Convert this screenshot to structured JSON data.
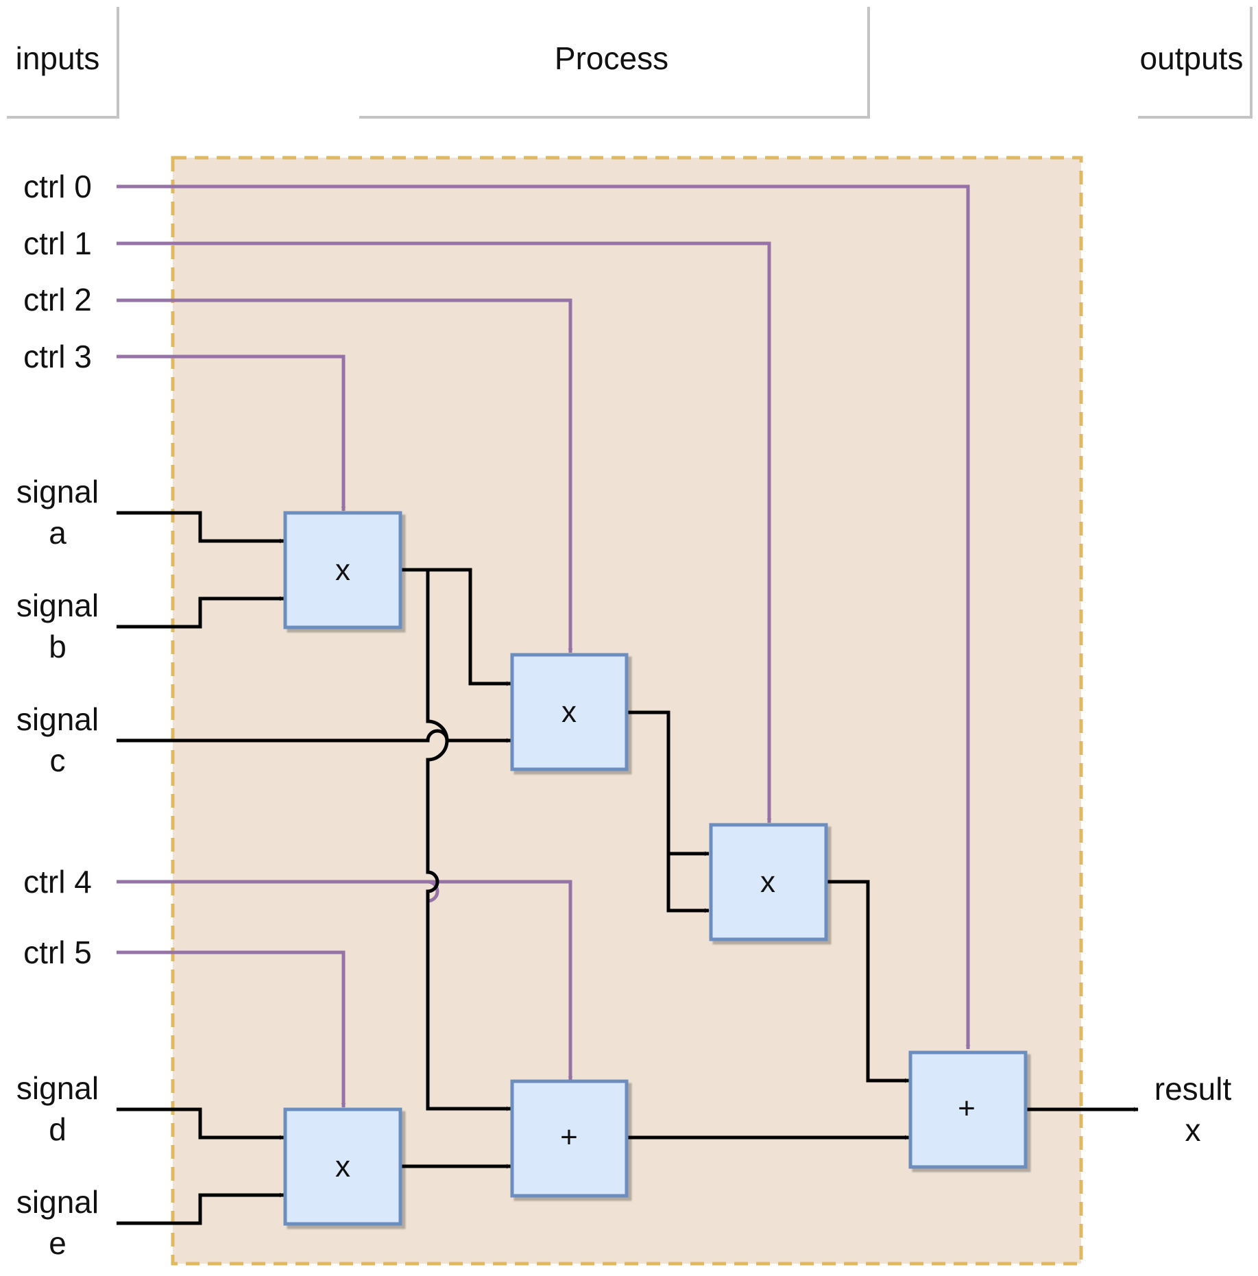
{
  "headers": {
    "inputs": "inputs",
    "process": "Process",
    "outputs": "outputs"
  },
  "inputs": {
    "ctrl0": "ctrl 0",
    "ctrl1": "ctrl 1",
    "ctrl2": "ctrl 2",
    "ctrl3": "ctrl 3",
    "ctrl4": "ctrl 4",
    "ctrl5": "ctrl 5",
    "signal_a": [
      "signal",
      "a"
    ],
    "signal_b": [
      "signal",
      "b"
    ],
    "signal_c": [
      "signal",
      "c"
    ],
    "signal_d": [
      "signal",
      "d"
    ],
    "signal_e": [
      "signal",
      "e"
    ]
  },
  "outputs": {
    "result_x": [
      "result",
      "x"
    ]
  },
  "nodes": {
    "mul1": "x",
    "mul2": "x",
    "mul3": "x",
    "mul4": "x",
    "add1": "+",
    "add2": "+"
  },
  "colors": {
    "ctrl_line": "#9673a6",
    "signal_line": "#000000",
    "process_fill": "#efe2d4",
    "process_border": "#e0b860",
    "node_fill": "#dae8fc",
    "node_border": "#6c8ebf",
    "header_border": "#c4c4c4"
  }
}
